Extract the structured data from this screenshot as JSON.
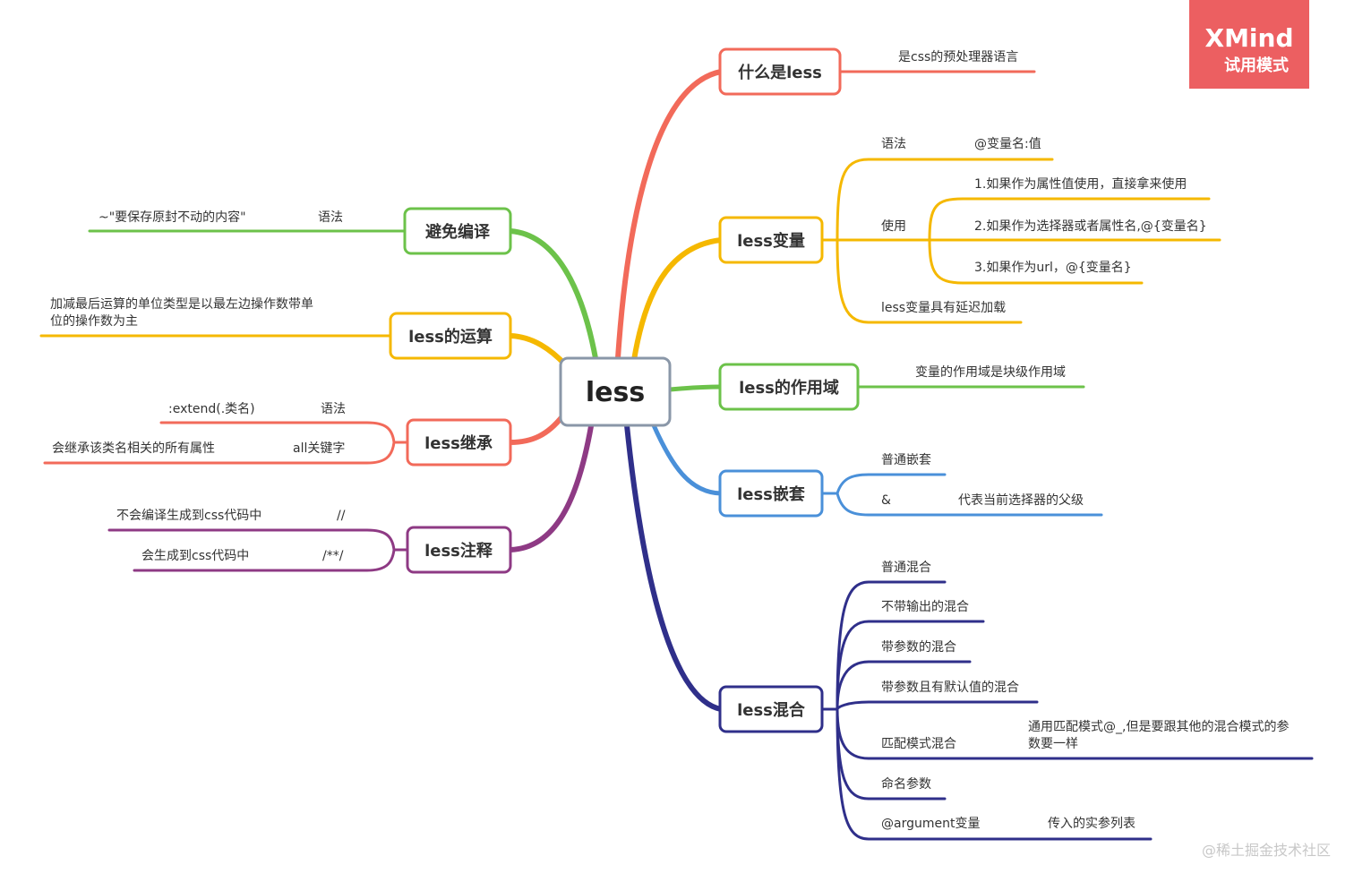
{
  "root": {
    "label": "less"
  },
  "colors": {
    "red": "#f26a5a",
    "yellow": "#f5b800",
    "green": "#6cc24a",
    "blue": "#4a90d9",
    "navy": "#2f2f8a",
    "purple": "#8e3a84",
    "root_border": "#8a97a8",
    "watermark": "#ec5f61"
  },
  "topics": {
    "what": {
      "label": "什么是less",
      "detail": "是css的预处理器语言"
    },
    "vars": {
      "label": "less变量",
      "syntax_label": "语法",
      "syntax_value": "@变量名:值",
      "use_label": "使用",
      "use_items": [
        "1.如果作为属性值使用，直接拿来使用",
        "2.如果作为选择器或者属性名,@{变量名}",
        "3.如果作为url，@{变量名}"
      ],
      "lazy": "less变量具有延迟加载"
    },
    "scope": {
      "label": "less的作用域",
      "detail": "变量的作用域是块级作用域"
    },
    "nesting": {
      "label": "less嵌套",
      "normal": "普通嵌套",
      "amp": "&",
      "amp_desc": "代表当前选择器的父级"
    },
    "mixin": {
      "label": "less混合",
      "items": [
        "普通混合",
        "不带输出的混合",
        "带参数的混合",
        "带参数且有默认值的混合"
      ],
      "match_label": "匹配模式混合",
      "match_desc_1": "通用匹配模式@_,但是要跟其他的混合模式的参",
      "match_desc_2": "数要一样",
      "named": "命名参数",
      "argument": "@argument变量",
      "argument_desc": "传入的实参列表"
    },
    "escape": {
      "label": "避免编译",
      "syntax_label": "语法",
      "syntax_value": "~\"要保存原封不动的内容\""
    },
    "ops": {
      "label": "less的运算",
      "detail_1": "加减最后运算的单位类型是以最左边操作数带单",
      "detail_2": "位的操作数为主"
    },
    "inherit": {
      "label": "less继承",
      "syntax_label": "语法",
      "syntax_value": ":extend(.类名)",
      "all_label": "all关键字",
      "all_desc": "会继承该类名相关的所有属性"
    },
    "comment": {
      "label": "less注释",
      "single": "//",
      "single_desc": "不会编译生成到css代码中",
      "multi": "/**/",
      "multi_desc": "会生成到css代码中"
    }
  },
  "watermark": {
    "title": "XMind",
    "subtitle": "试用模式"
  },
  "footer": {
    "text": "@稀土掘金技术社区"
  }
}
